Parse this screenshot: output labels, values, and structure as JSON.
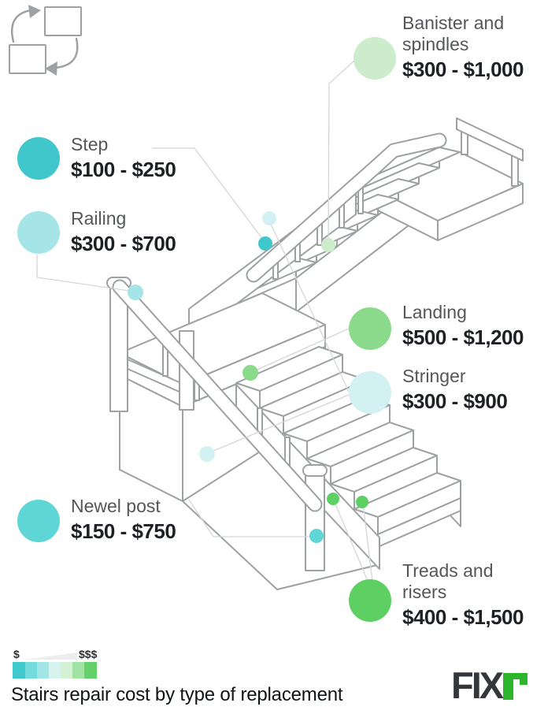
{
  "title": "Stairs repair cost by type of replacement",
  "callouts": [
    {
      "id": "banister",
      "label": "Banister and spindles",
      "price": "$300 - $1,000",
      "color": "#cdeccb"
    },
    {
      "id": "step",
      "label": "Step",
      "price": "$100 - $250",
      "color": "#3fc7cc"
    },
    {
      "id": "railing",
      "label": "Railing",
      "price": "$300 - $700",
      "color": "#a5e4e7"
    },
    {
      "id": "landing",
      "label": "Landing",
      "price": "$500 - $1,200",
      "color": "#8bd98b"
    },
    {
      "id": "stringer",
      "label": "Stringer",
      "price": "$300 - $900",
      "color": "#d3f0f2"
    },
    {
      "id": "newel",
      "label": "Newel post",
      "price": "$150 - $750",
      "color": "#5fd6d6"
    },
    {
      "id": "treads",
      "label": "Treads and risers",
      "price": "$400 - $1,500",
      "color": "#5ecf62"
    }
  ],
  "legend": {
    "min_label": "$",
    "max_label": "$$$",
    "colors": [
      "#3fc9cd",
      "#73dbdb",
      "#a0e6e4",
      "#d6f3f0",
      "#d5f1d3",
      "#a0e3a3",
      "#64d069"
    ]
  },
  "logo": {
    "text": "FIX",
    "accent": "#2db52d",
    "dark": "#33373b"
  }
}
